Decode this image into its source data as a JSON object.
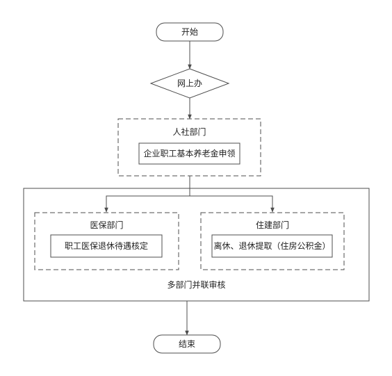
{
  "start": "开始",
  "decision": "网上办",
  "hr_dept": {
    "title": "人社部门",
    "task": "企业职工基本养老金申领"
  },
  "joint_review": {
    "label": "多部门并联审核",
    "medical_dept": {
      "title": "医保部门",
      "task": "职工医保退休待遇核定"
    },
    "housing_dept": {
      "title": "住建部门",
      "task": "离休、退休提取（住房公积金）"
    }
  },
  "end": "结束",
  "colors": {
    "stroke": "#4d4d4d",
    "fill": "#ffffff",
    "text": "#222222"
  }
}
